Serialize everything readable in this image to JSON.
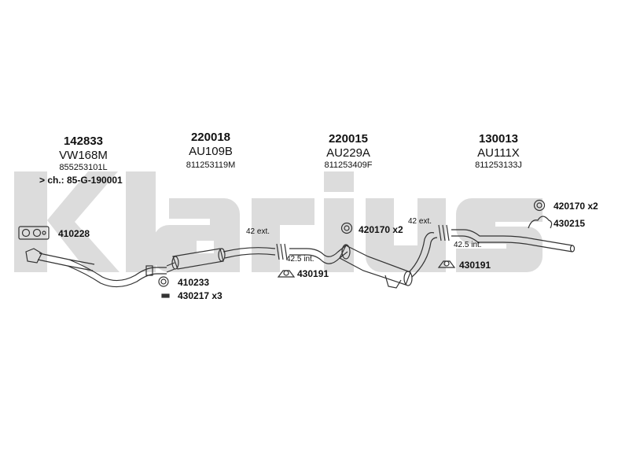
{
  "brand": "Klarius",
  "columns": [
    {
      "part_no": "142833",
      "code": "VW168M",
      "oem": "855253101L"
    },
    {
      "part_no": "220018",
      "code": "AU109B",
      "oem": "811253119M"
    },
    {
      "part_no": "220015",
      "code": "AU229A",
      "oem": "811253409F"
    },
    {
      "part_no": "130013",
      "code": "AU111X",
      "oem": "811253133J"
    }
  ],
  "chassis_note": "> ch.: 85-G-190001",
  "accessories": {
    "a410228": "410228",
    "a410233": "410233",
    "a430217": "430217 x3",
    "a430191_mid": "430191",
    "a420170_mid": "420170 x2",
    "a430191_right": "430191",
    "a420170_right": "420170 x2",
    "a430215": "430215"
  },
  "dimensions": {
    "ext1": "42 ext.",
    "int1": "42.5 int.",
    "ext2": "42 ext.",
    "int2": "42.5 int."
  },
  "colors": {
    "watermark": "#dcdcdc",
    "line": "#333333"
  }
}
